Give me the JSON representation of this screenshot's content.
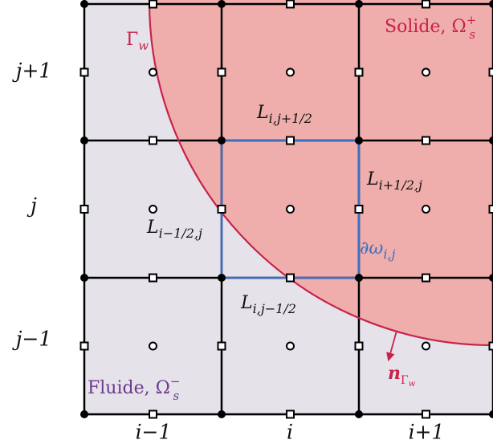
{
  "colors": {
    "fluid": "#e6e2ea",
    "solid": "#efaeab",
    "grid": "#000000",
    "cell_boundary": "#3a6fc4",
    "interface": "#c8234a",
    "fluid_label": "#6b3a8c",
    "solid_label": "#c8234a"
  },
  "rows": {
    "top": "j+1",
    "mid": "j",
    "bot": "j−1"
  },
  "cols": {
    "left": "i−1",
    "mid": "i",
    "right": "i+1"
  },
  "faces": {
    "north": {
      "base": "L",
      "sub": "i,j+1/2"
    },
    "south": {
      "base": "L",
      "sub": "i,j−1/2"
    },
    "west": {
      "base": "L",
      "sub": "i−1/2,j"
    },
    "east": {
      "base": "L",
      "sub": "i+1/2,j"
    }
  },
  "cell_boundary": {
    "base": "∂ω",
    "sub": "i,j"
  },
  "interface": {
    "base": "Γ",
    "sub": "w"
  },
  "normal": {
    "base": "n",
    "sub_base": "Γ",
    "sub_sub": "w"
  },
  "solid": {
    "text": "Solide, ",
    "symbol": "Ω",
    "sup": "+",
    "sub": "s"
  },
  "fluid": {
    "text": "Fluide, ",
    "symbol": "Ω",
    "sup": "−",
    "sub": "s"
  }
}
